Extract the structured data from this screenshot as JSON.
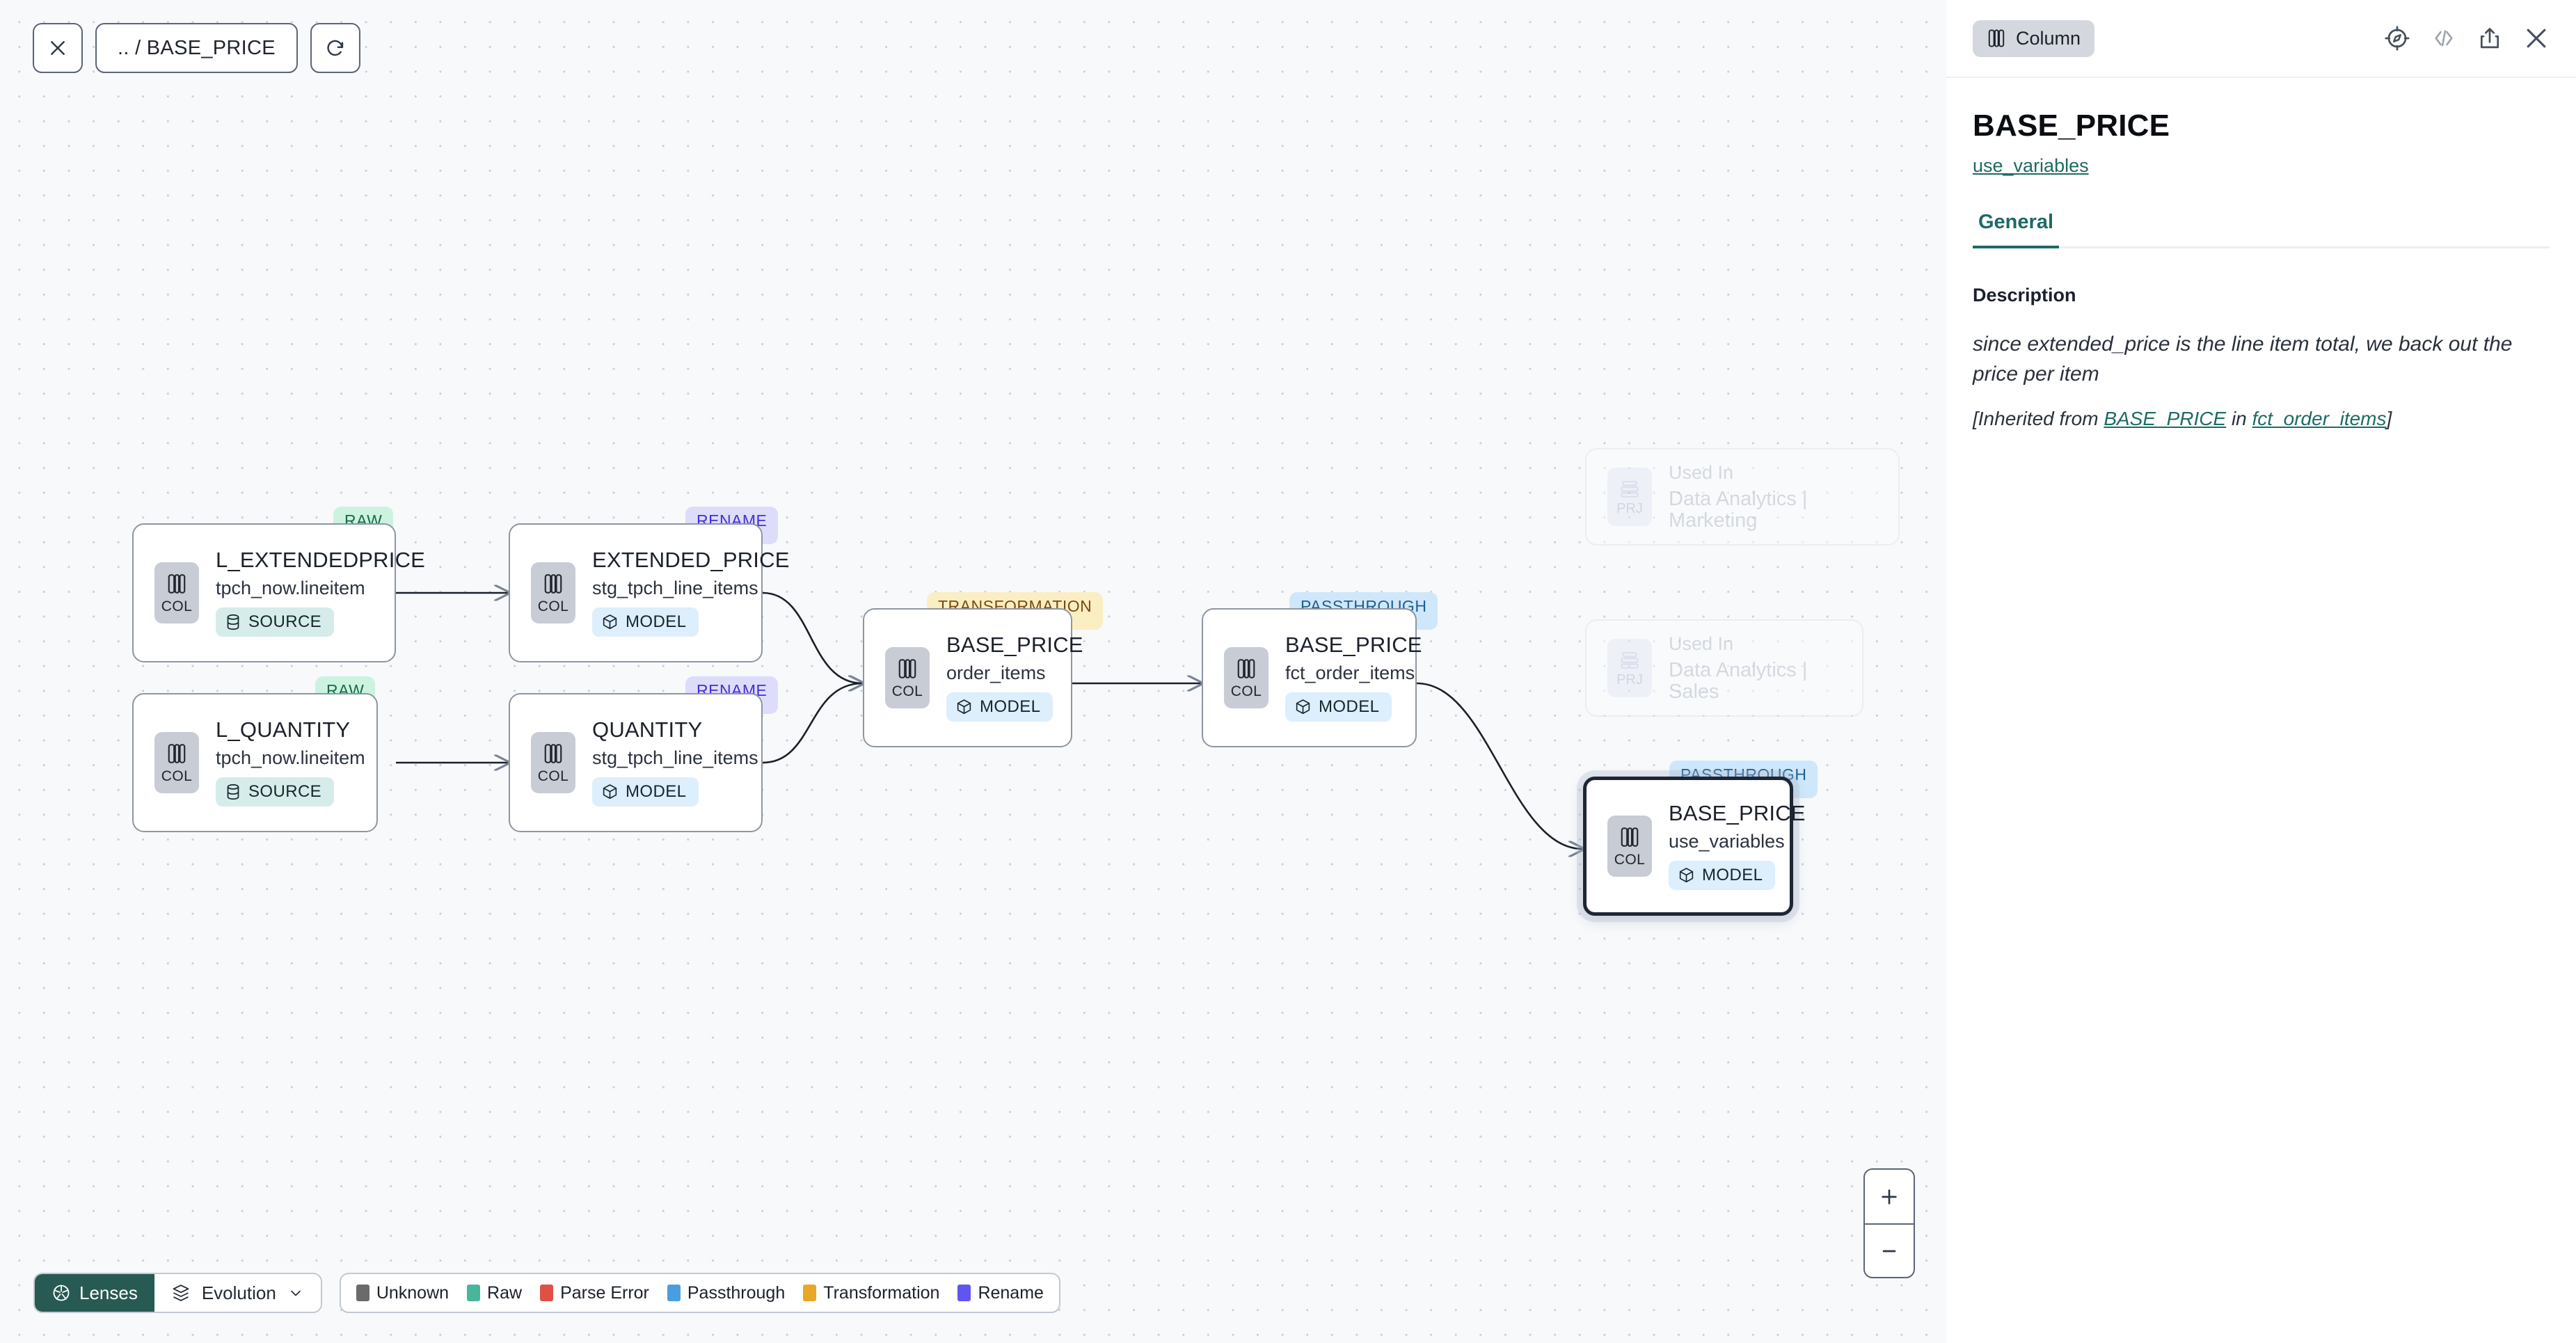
{
  "canvas": {
    "toolbar": {
      "close_icon": "close-icon",
      "breadcrumb": ".. / BASE_PRICE",
      "refresh_icon": "refresh-icon"
    },
    "nodes": [
      {
        "id": "l_extendedprice",
        "badge": "RAW",
        "badge_kind": "raw",
        "icon_label": "COL",
        "title": "L_EXTENDEDPRICE",
        "subtitle": "tpch_now.lineitem",
        "chip": "SOURCE",
        "chip_kind": "source"
      },
      {
        "id": "l_quantity",
        "badge": "RAW",
        "badge_kind": "raw",
        "icon_label": "COL",
        "title": "L_QUANTITY",
        "subtitle": "tpch_now.lineitem",
        "chip": "SOURCE",
        "chip_kind": "source"
      },
      {
        "id": "extended_price",
        "badge": "RENAME",
        "badge_kind": "rename",
        "icon_label": "COL",
        "title": "EXTENDED_PRICE",
        "subtitle": "stg_tpch_line_items",
        "chip": "MODEL",
        "chip_kind": "model"
      },
      {
        "id": "quantity",
        "badge": "RENAME",
        "badge_kind": "rename",
        "icon_label": "COL",
        "title": "QUANTITY",
        "subtitle": "stg_tpch_line_items",
        "chip": "MODEL",
        "chip_kind": "model"
      },
      {
        "id": "order_items",
        "badge": "TRANSFORMATION",
        "badge_kind": "trans",
        "icon_label": "COL",
        "title": "BASE_PRICE",
        "subtitle": "order_items",
        "chip": "MODEL",
        "chip_kind": "model"
      },
      {
        "id": "fct_order_items",
        "badge": "PASSTHROUGH",
        "badge_kind": "pass",
        "icon_label": "COL",
        "title": "BASE_PRICE",
        "subtitle": "fct_order_items",
        "chip": "MODEL",
        "chip_kind": "model"
      },
      {
        "id": "use_variables",
        "badge": "PASSTHROUGH",
        "badge_kind": "pass",
        "icon_label": "COL",
        "title": "BASE_PRICE",
        "subtitle": "use_variables",
        "chip": "MODEL",
        "chip_kind": "model",
        "selected": true
      }
    ],
    "used_in": [
      {
        "id": "marketing",
        "icon_label": "PRJ",
        "label": "Used In",
        "name": "Data Analytics | Marketing"
      },
      {
        "id": "sales",
        "icon_label": "PRJ",
        "label": "Used In",
        "name": "Data Analytics | Sales"
      }
    ],
    "bottom_toolbar": {
      "lenses_label": "Lenses",
      "evolution_label": "Evolution",
      "legend": [
        {
          "label": "Unknown",
          "color": "#6b6b6b"
        },
        {
          "label": "Raw",
          "color": "#49b59a"
        },
        {
          "label": "Parse Error",
          "color": "#e05046"
        },
        {
          "label": "Passthrough",
          "color": "#4a9ee0"
        },
        {
          "label": "Transformation",
          "color": "#e8a725"
        },
        {
          "label": "Rename",
          "color": "#6155ef"
        }
      ]
    },
    "zoom_controls": {
      "zoom_in": "+",
      "zoom_out": "–"
    }
  },
  "panel": {
    "kind_label": "Column",
    "header_icons": [
      "explore-icon",
      "code-icon",
      "share-icon",
      "close-icon"
    ],
    "title": "BASE_PRICE",
    "parent_link": "use_variables",
    "tabs": [
      {
        "label": "General",
        "active": true
      }
    ],
    "description_label": "Description",
    "description_text": "since extended_price is the line item total, we back out the price per item",
    "inherited_prefix": "[Inherited from ",
    "inherited_column": "BASE_PRICE",
    "inherited_mid": " in ",
    "inherited_model": "fct_order_items",
    "inherited_suffix": "]"
  },
  "colors": {
    "accent": "#1d6b63",
    "lenses_bg": "#275a52",
    "canvas_bg": "#f7f9fb",
    "selected_border": "#1f2633"
  }
}
